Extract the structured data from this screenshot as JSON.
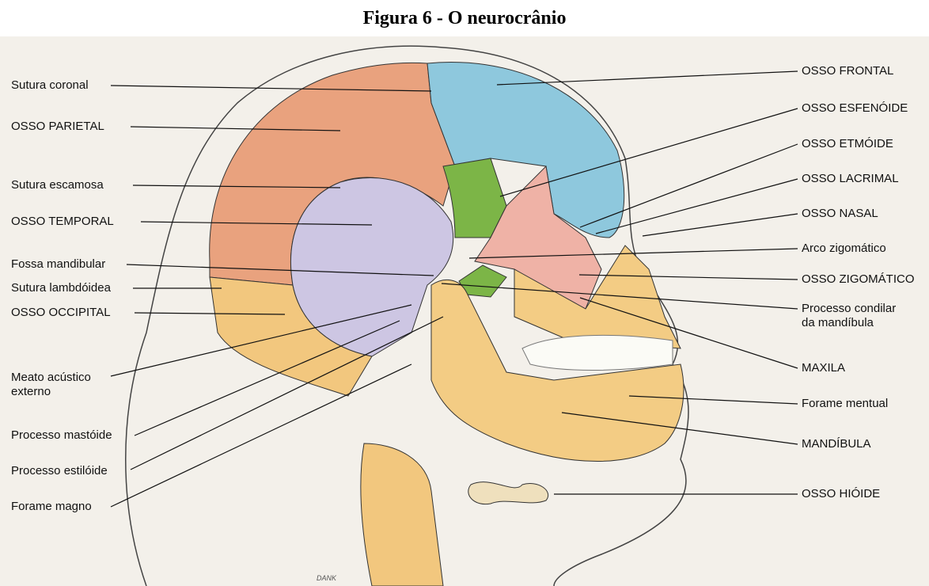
{
  "title": "Figura 6 - O neurocrânio",
  "labels_left": [
    {
      "text": "Sutura coronal"
    },
    {
      "text": "OSSO PARIETAL"
    },
    {
      "text": "Sutura escamosa"
    },
    {
      "text": "OSSO TEMPORAL"
    },
    {
      "text": "Fossa mandibular"
    },
    {
      "text": "Sutura lambdóidea"
    },
    {
      "text": "OSSO OCCIPITAL"
    },
    {
      "text": "Meato acústico externo"
    },
    {
      "text": "Processo mastóide"
    },
    {
      "text": "Processo estilóide"
    },
    {
      "text": "Forame magno"
    }
  ],
  "labels_right": [
    {
      "text": "OSSO FRONTAL"
    },
    {
      "text": "OSSO ESFENÓIDE"
    },
    {
      "text": "OSSO ETMÓIDE"
    },
    {
      "text": "OSSO LACRIMAL"
    },
    {
      "text": "OSSO NASAL"
    },
    {
      "text": "Arco zigomático"
    },
    {
      "text": "OSSO ZIGOMÁTICO"
    },
    {
      "text": "Processo condilar da mandíbula"
    },
    {
      "text": "MAXILA"
    },
    {
      "text": "Forame mentual"
    },
    {
      "text": "MANDÍBULA"
    },
    {
      "text": "OSSO HIÓIDE"
    }
  ],
  "signature": "DANK",
  "colors": {
    "frontal": "#8ec8dd",
    "parietal": "#e9a27e",
    "temporal": "#cdc6e3",
    "sphenoid": "#7cb547",
    "occipital": "#f2c77e",
    "facial": "#f3cc84",
    "nasal_zygomatic": "#efb2a6",
    "teeth": "#fbfbf6",
    "outline": "#222222"
  }
}
